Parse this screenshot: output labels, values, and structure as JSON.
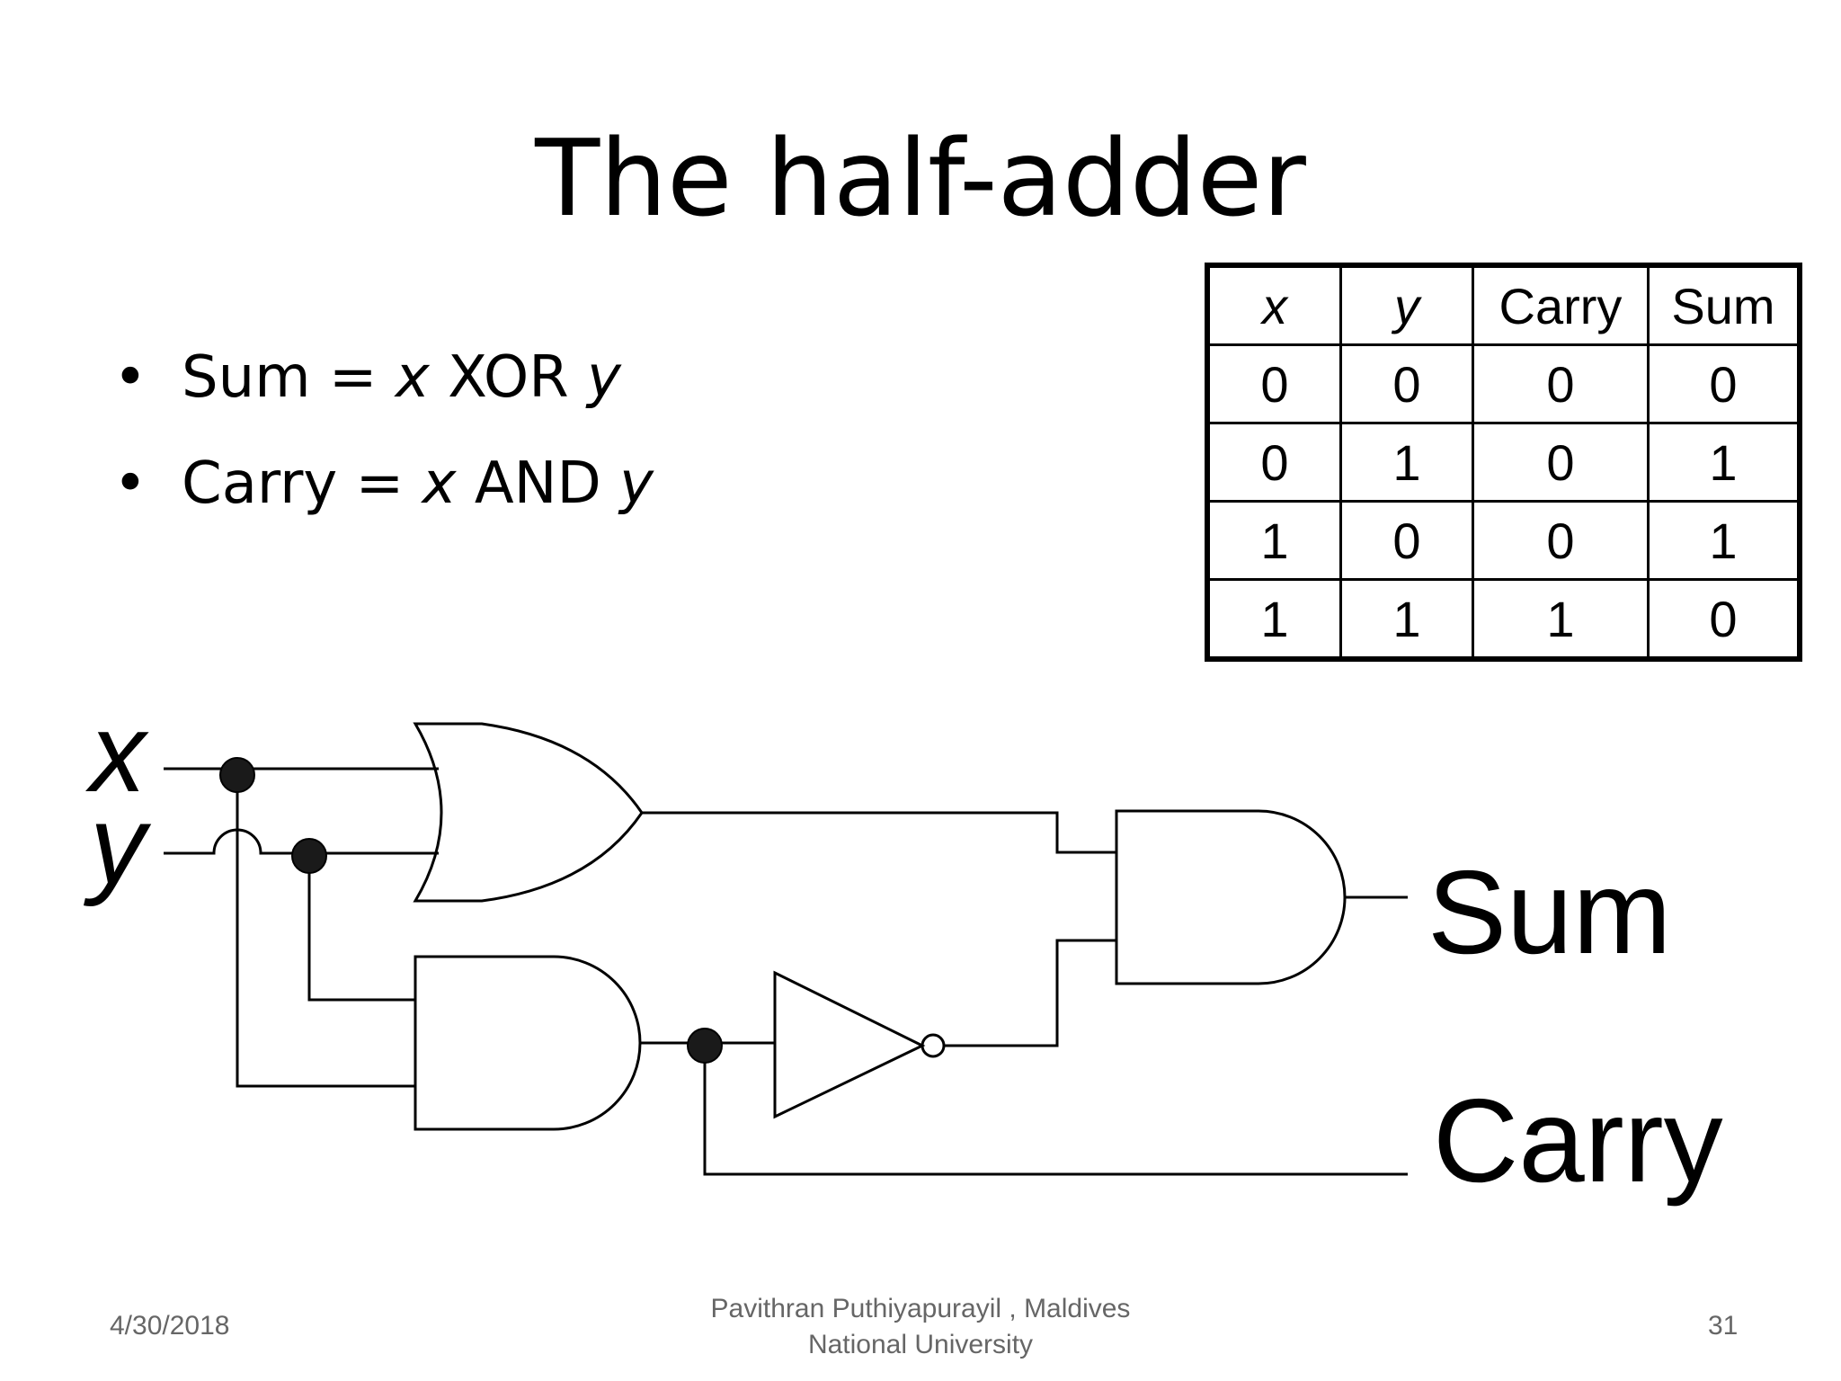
{
  "slide": {
    "title": "The half-adder",
    "bullets": [
      {
        "prefix": "Sum = ",
        "var1": "x",
        "op": " XOR ",
        "var2": "y"
      },
      {
        "prefix": "Carry = ",
        "var1": "x",
        "op": " AND ",
        "var2": "y"
      }
    ],
    "bullet_glyph": "•"
  },
  "truth_table": {
    "headers": [
      "x",
      "y",
      "Carry",
      "Sum"
    ],
    "rows": [
      [
        "0",
        "0",
        "0",
        "0"
      ],
      [
        "0",
        "1",
        "0",
        "1"
      ],
      [
        "1",
        "0",
        "0",
        "1"
      ],
      [
        "1",
        "1",
        "1",
        "0"
      ]
    ]
  },
  "circuit": {
    "input_x": "x",
    "input_y": "y",
    "output_sum": "Sum",
    "output_carry": "Carry"
  },
  "footer": {
    "date": "4/30/2018",
    "author_line1": "Pavithran Puthiyapurayil , Maldives",
    "author_line2": "National University",
    "page": "31"
  }
}
